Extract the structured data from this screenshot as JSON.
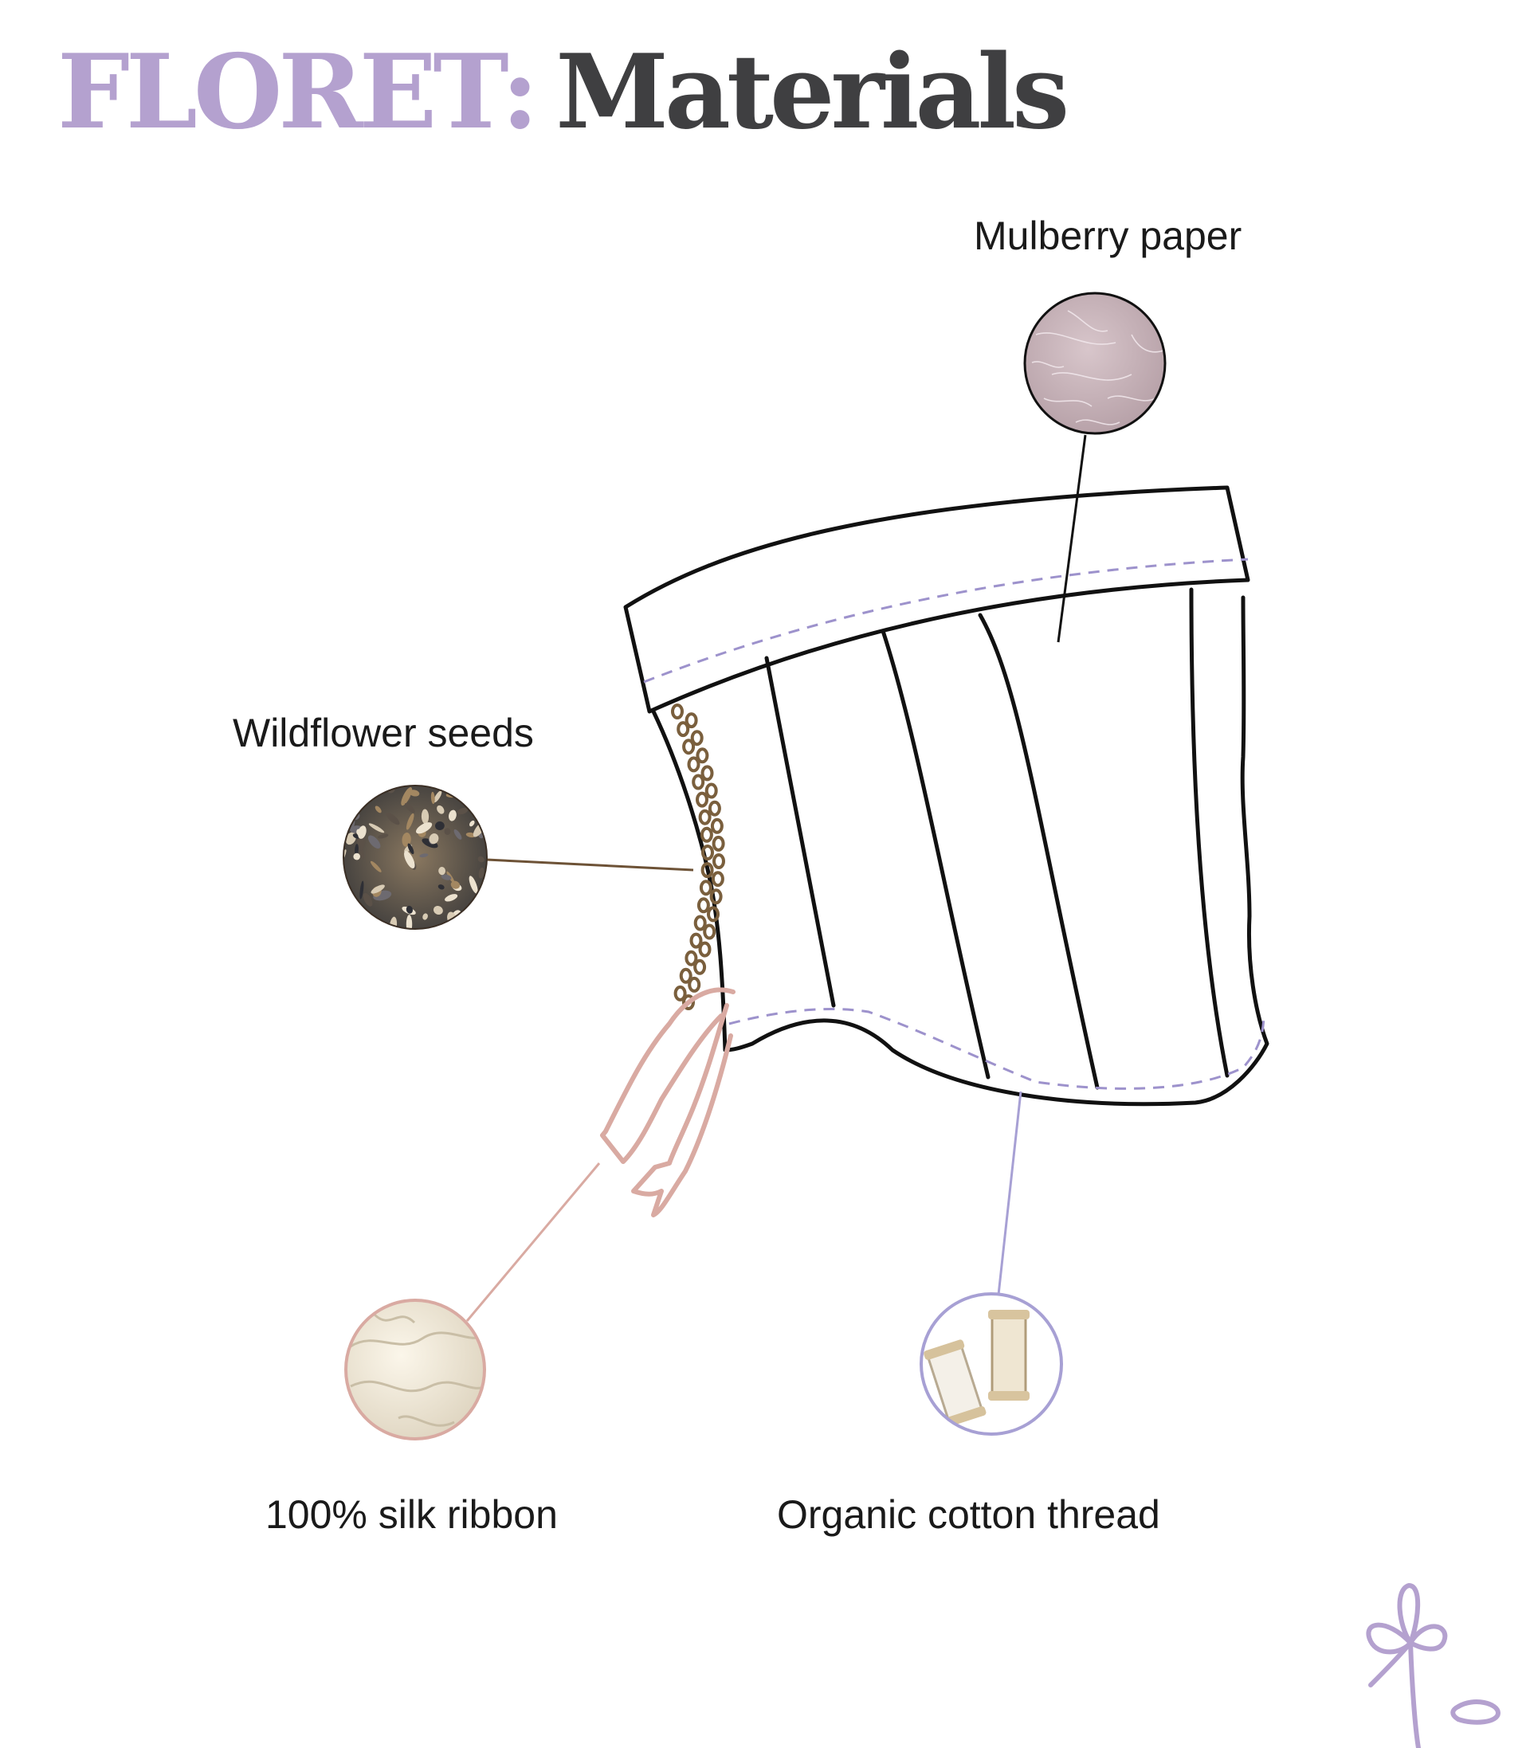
{
  "title": {
    "brand": "FLORET",
    "separator": ":",
    "word": "Materials"
  },
  "materials": [
    {
      "id": "mulberry-paper",
      "label": "Mulberry paper"
    },
    {
      "id": "wildflower-seeds",
      "label": "Wildflower seeds"
    },
    {
      "id": "silk-ribbon",
      "label": "100% silk ribbon"
    },
    {
      "id": "cotton-thread",
      "label": "Organic cotton thread"
    }
  ],
  "colors": {
    "brand": "#b4a1cf",
    "heading": "#3f3f41",
    "outline": "#111111",
    "stitch": "#9d92cc",
    "seed": "#7a5f3d",
    "ribbon": "#d9aaa2",
    "thread": "#a7a0d4"
  }
}
